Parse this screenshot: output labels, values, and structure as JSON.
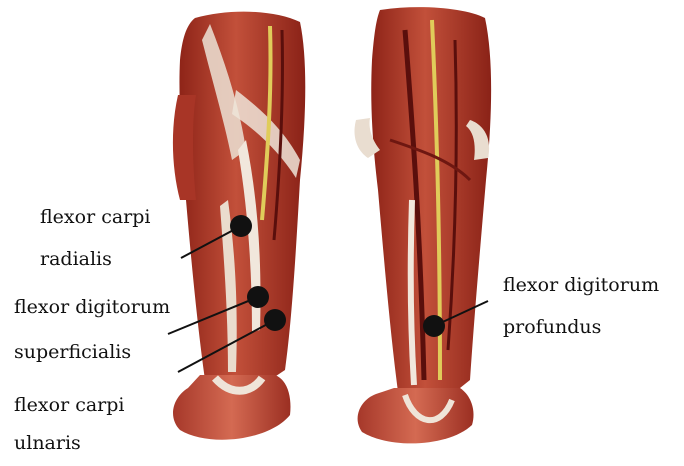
{
  "colors": {
    "background": "#ffffff",
    "muscle_dark": "#7a1a12",
    "muscle": "#b8452e",
    "muscle_light": "#d8745a",
    "tendon": "#efe6dc",
    "nerve": "#e6d36a",
    "vessel": "#5a0f0c",
    "marker": "#111111"
  },
  "figure": {
    "left_view": "forearm-anterior-superficial-view",
    "right_view": "forearm-anterior-deep-view"
  },
  "labels": {
    "fcr": {
      "line1": "flexor carpi",
      "line2": "radialis"
    },
    "fds": {
      "line1": "flexor digitorum",
      "line2": "superficialis"
    },
    "fcu": {
      "line1": "flexor carpi",
      "line2": "ulnaris"
    },
    "fdp": {
      "line1": "flexor digitorum",
      "line2": "profundus"
    }
  }
}
